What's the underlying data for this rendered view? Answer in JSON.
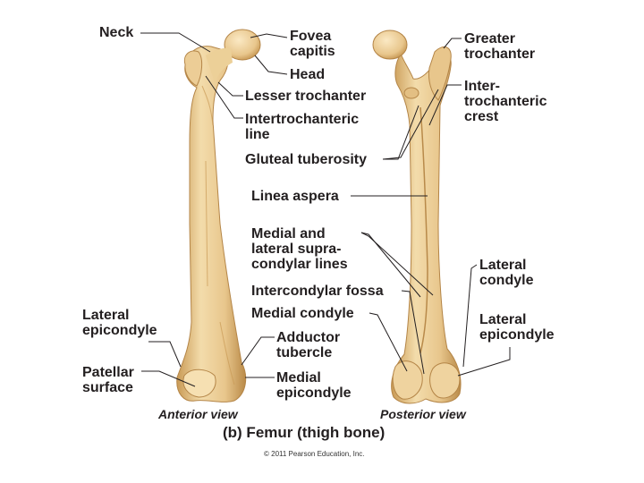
{
  "labels": {
    "neck": "Neck",
    "fovea_capitis": "Fovea\ncapitis",
    "head": "Head",
    "lesser_trochanter": "Lesser trochanter",
    "intertrochanteric_line": "Intertrochanteric\nline",
    "gluteal_tuberosity": "Gluteal tuberosity",
    "greater_trochanter": "Greater\ntrochanter",
    "intertrochanteric_crest": "Inter-\ntrochanteric\ncrest",
    "linea_aspera": "Linea aspera",
    "supracondylar_lines": "Medial and\nlateral supra-\ncondylar lines",
    "intercondylar_fossa": "Intercondylar fossa",
    "medial_condyle": "Medial condyle",
    "lateral_condyle": "Lateral\ncondyle",
    "lateral_epicondyle_left": "Lateral\nepicondyle",
    "lateral_epicondyle_right": "Lateral\nepicondyle",
    "adductor_tubercle": "Adductor\ntubercle",
    "patellar_surface": "Patellar\nsurface",
    "medial_epicondyle": "Medial\nepicondyle"
  },
  "views": {
    "anterior": "Anterior view",
    "posterior": "Posterior view"
  },
  "caption": "(b) Femur (thigh bone)",
  "copyright": "© 2011 Pearson Education, Inc.",
  "colors": {
    "bone_fill": "#eccd96",
    "bone_shade": "#c99a55",
    "bone_light": "#f8e4b8",
    "text": "#231f20"
  }
}
